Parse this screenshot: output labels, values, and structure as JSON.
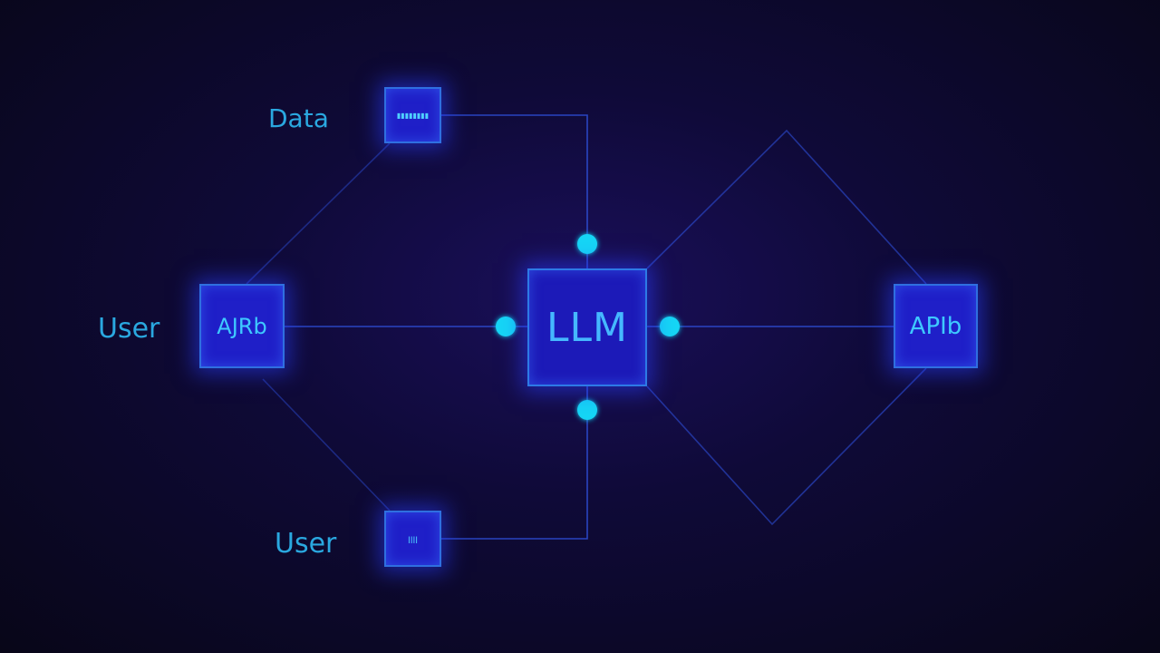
{
  "nodes": {
    "llm": "LLM",
    "left": "AJRb",
    "right": "APIb",
    "top": "▮▮▮▮▮▮▮▮",
    "bottom": "ꞁꞁꞁꞁ"
  },
  "labels": {
    "data": "Data",
    "user_left": "User",
    "user_bottom": "User"
  },
  "colors": {
    "background": "#0a0820",
    "node_fill": "#1f1fc8",
    "line": "#2e4fd8",
    "dot": "#14d6f5",
    "text": "#3fc7ff"
  }
}
